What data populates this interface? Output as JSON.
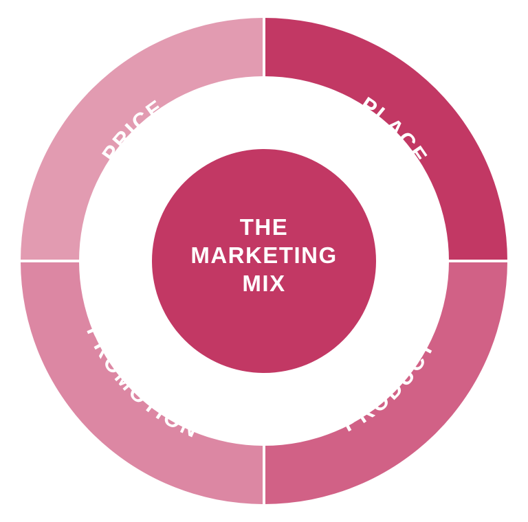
{
  "center": {
    "lines": [
      "THE",
      "MARKETING",
      "MIX"
    ],
    "color": "#c23864"
  },
  "segments": [
    {
      "id": "price",
      "label": "PRICE",
      "color": "#e29bb1"
    },
    {
      "id": "place",
      "label": "PLACE",
      "color": "#c23864"
    },
    {
      "id": "product",
      "label": "PRODUCT",
      "color": "#d16186"
    },
    {
      "id": "promotion",
      "label": "PROMOTION",
      "color": "#dc87a3"
    }
  ]
}
